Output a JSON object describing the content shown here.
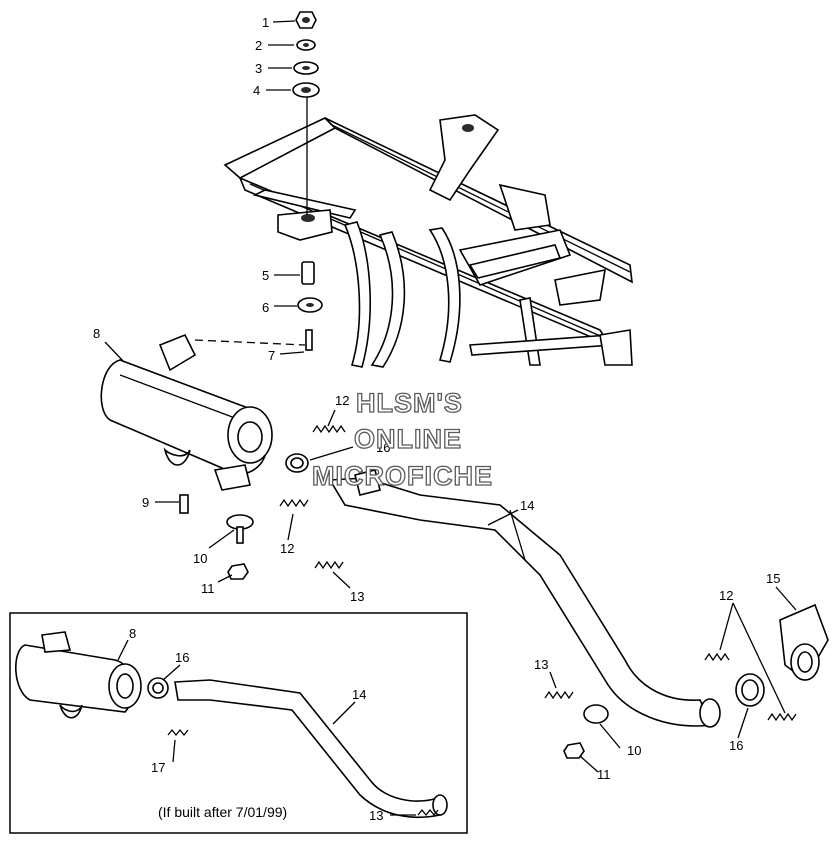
{
  "watermark": [
    "HLSM'S",
    "ONLINE",
    "MICROFICHE"
  ],
  "inset_caption": "(If built after 7/01/99)",
  "callouts": {
    "c1": "1",
    "c2": "2",
    "c3": "3",
    "c4": "4",
    "c5": "5",
    "c6": "6",
    "c7": "7",
    "c8": "8",
    "c9": "9",
    "c10a": "10",
    "c11a": "11",
    "c12a": "12",
    "c16a": "16",
    "c12b": "12",
    "c13a": "13",
    "c14": "14",
    "c15": "15",
    "c12c": "12",
    "c13b": "13",
    "c10b": "10",
    "c11b": "11",
    "c16b": "16",
    "i8": "8",
    "i16": "16",
    "i14": "14",
    "i17": "17",
    "i13": "13"
  }
}
